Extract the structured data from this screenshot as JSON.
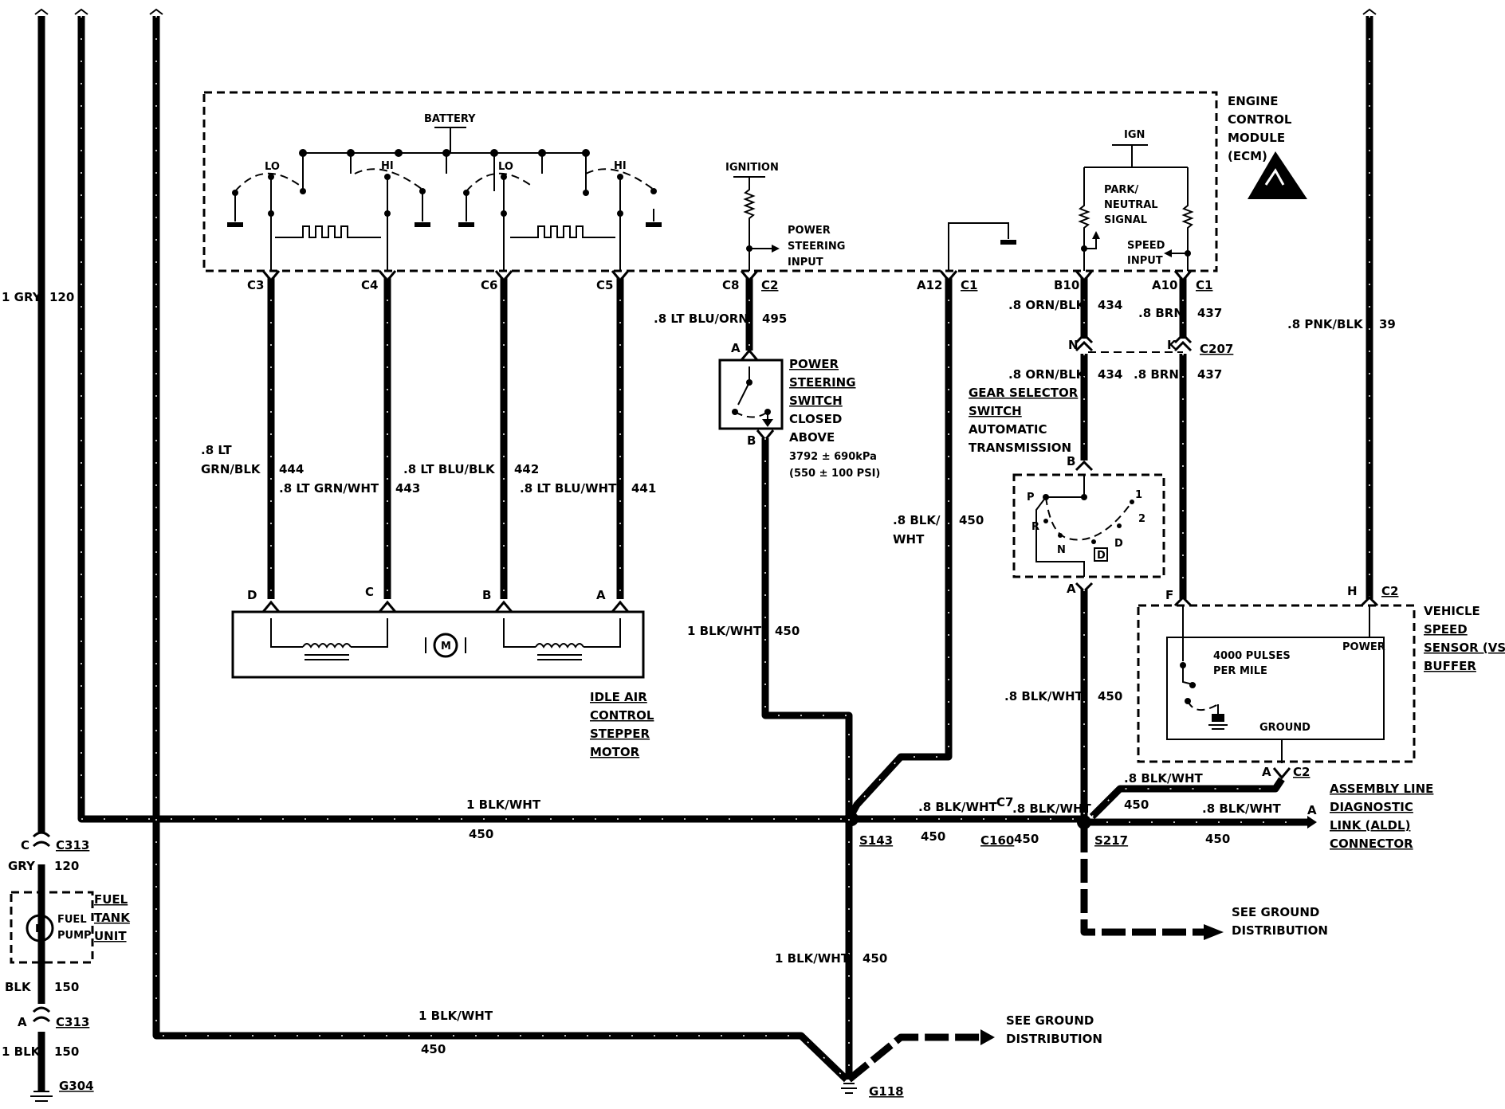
{
  "ecm": {
    "lines": [
      "ENGINE",
      "CONTROL",
      "MODULE",
      "(ECM)"
    ]
  },
  "ecm_internal": {
    "battery": "BATTERY",
    "lo1": "LO",
    "hi1": "HI",
    "lo2": "LO",
    "hi2": "HI",
    "ignition": "IGNITION",
    "ps_input": [
      "POWER",
      "STEERING",
      "INPUT"
    ],
    "ign": "IGN",
    "park_neutral": [
      "PARK/",
      "NEUTRAL",
      "SIGNAL"
    ],
    "speed_input": [
      "SPEED",
      "INPUT"
    ]
  },
  "ecm_pins": {
    "c3": "C3",
    "c4": "C4",
    "c6": "C6",
    "c5": "C5",
    "c8": "C8",
    "c2": "C2",
    "a12": "A12",
    "c1a": "C1",
    "b10": "B10",
    "a10": "A10",
    "c1b": "C1"
  },
  "wires": {
    "w120": {
      "color": "1 GRY",
      "circuit": "120"
    },
    "w444": {
      "color": [
        ".8 LT",
        "GRN/BLK"
      ],
      "circuit": "444"
    },
    "w443": {
      "color": ".8 LT GRN/WHT",
      "circuit": "443"
    },
    "w442": {
      "color": ".8 LT BLU/BLK",
      "circuit": "442"
    },
    "w441": {
      "color": ".8 LT BLU/WHT",
      "circuit": "441"
    },
    "w495": {
      "color": ".8 LT BLU/ORN",
      "circuit": "495"
    },
    "w450_ps": {
      "color": "1 BLK/WHT",
      "circuit": "450"
    },
    "w450_a12": {
      "color": [
        ".8 BLK/",
        "WHT"
      ],
      "circuit": "450"
    },
    "w434_top": {
      "color": ".8 ORN/BLK",
      "circuit": "434"
    },
    "w437_top": {
      "color": ".8 BRN",
      "circuit": "437"
    },
    "w434_bot": {
      "color": ".8 ORN/BLK",
      "circuit": "434"
    },
    "w437_bot": {
      "color": ".8 BRN",
      "circuit": "437"
    },
    "w39": {
      "color": ".8 PNK/BLK",
      "circuit": "39"
    },
    "w450_gear": {
      "color": ".8 BLK/WHT",
      "circuit": "450"
    },
    "w450_main": {
      "color": "1 BLK/WHT",
      "circuit": "450"
    },
    "w450_s143_s217": {
      "color": ".8 BLK/WHT",
      "circuit": "450"
    },
    "w450_c7": {
      "color": ".8 BLK/WHT",
      "circuit": "450"
    },
    "w450_vss": {
      "color": ".8 BLK/WHT",
      "circuit": "450"
    },
    "w450_aldl": {
      "color": ".8 BLK/WHT",
      "circuit": "450"
    },
    "w450_down": {
      "color": "1 BLK/WHT",
      "circuit": "450"
    },
    "w450_bottom": {
      "color": "1 BLK/WHT",
      "circuit": "450"
    },
    "gry120": {
      "color": "GRY",
      "circuit": "120"
    },
    "blk150": {
      "color": "BLK",
      "circuit": "150"
    },
    "blk150b": {
      "color": "1 BLK",
      "circuit": "150"
    }
  },
  "connectors": {
    "c207": "C207",
    "n": "N",
    "k": "K",
    "c313a": "C313",
    "c313a_pin": "C",
    "c313b": "C313",
    "c313b_pin": "A",
    "c160": "C160",
    "c7": "C7",
    "c2_vss_h": "C2",
    "h": "H",
    "f": "F",
    "c2_vss_a": "C2",
    "a_vss": "A",
    "a_aldl": "A",
    "ps_a": "A",
    "ps_b": "B",
    "gs_b": "B",
    "gs_a": "A",
    "iac_d": "D",
    "iac_c": "C",
    "iac_b": "B",
    "iac_a": "A"
  },
  "splices": {
    "s143": "S143",
    "s217": "S217"
  },
  "grounds": {
    "g304": "G304",
    "g118": "G118"
  },
  "components": {
    "iac": [
      "IDLE AIR",
      "CONTROL",
      "STEPPER",
      "MOTOR"
    ],
    "ps_switch": [
      "POWER",
      "STEERING",
      "SWITCH"
    ],
    "ps_desc": [
      "CLOSED",
      "ABOVE",
      "3792 ± 690kPa",
      "(550 ± 100 PSI)"
    ],
    "gear_selector": [
      "GEAR SELECTOR",
      "SWITCH"
    ],
    "gear_desc": [
      "AUTOMATIC",
      "TRANSMISSION"
    ],
    "gear_positions": {
      "p": "P",
      "r": "R",
      "n": "N",
      "d": "D",
      "d_box": "D",
      "p1": "1",
      "p2": "2"
    },
    "vss": [
      "VEHICLE",
      "SPEED",
      "SENSOR (VSS)",
      "BUFFER"
    ],
    "vss_inner": {
      "pulses": [
        "4000 PULSES",
        "PER MILE"
      ],
      "power": "POWER",
      "ground": "GROUND"
    },
    "aldl": [
      "ASSEMBLY LINE",
      "DIAGNOSTIC",
      "LINK (ALDL)",
      "CONNECTOR"
    ],
    "fuel_tank": [
      "FUEL",
      "TANK",
      "UNIT"
    ],
    "fuel_pump": [
      "FUEL",
      "PUMP"
    ],
    "motor_m": "M",
    "pump_m": "M"
  },
  "ground_refs": {
    "right": [
      "SEE GROUND",
      "DISTRIBUTION"
    ],
    "bottom": [
      "SEE GROUND",
      "DISTRIBUTION"
    ]
  }
}
